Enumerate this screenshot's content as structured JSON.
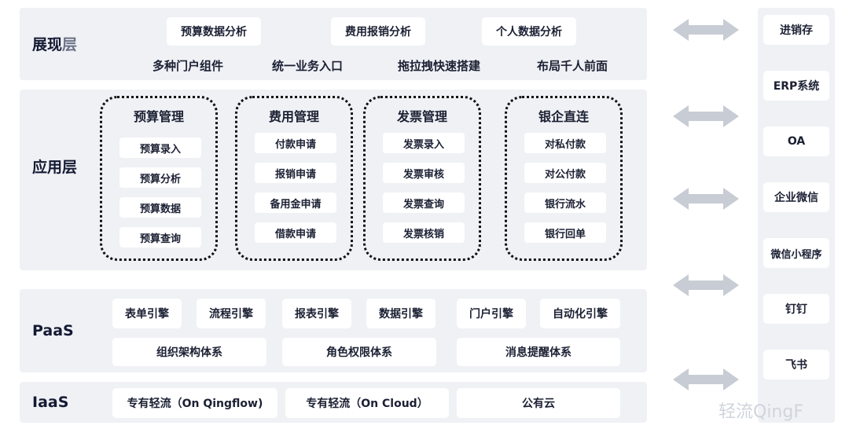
{
  "presentation": {
    "title_main": "展现",
    "title_suffix": "层",
    "pills": [
      "预算数据分析",
      "费用报销分析",
      "个人数据分析"
    ],
    "features": [
      "多种门户组件",
      "统一业务入口",
      "拖拉拽快速搭建",
      "布局千人前面"
    ]
  },
  "application": {
    "title": "应用层",
    "groups": [
      {
        "title": "预算管理",
        "items": [
          "预算录入",
          "预算分析",
          "预算数据",
          "预算查询"
        ]
      },
      {
        "title": "费用管理",
        "items": [
          "付款申请",
          "报销申请",
          "备用金申请",
          "借款申请"
        ]
      },
      {
        "title": "发票管理",
        "items": [
          "发票录入",
          "发票审核",
          "发票查询",
          "发票核销"
        ]
      },
      {
        "title": "银企直连",
        "items": [
          "对私付款",
          "对公付款",
          "银行流水",
          "银行回单"
        ]
      }
    ]
  },
  "paas": {
    "title": "PaaS",
    "engines": [
      "表单引擎",
      "流程引擎",
      "报表引擎",
      "数据引擎",
      "门户引擎",
      "自动化引擎"
    ],
    "systems": [
      "组织架构体系",
      "角色权限体系",
      "消息提醒体系"
    ]
  },
  "iaas": {
    "title": "IaaS",
    "items": [
      "专有轻流（On Qingflow)",
      "专有轻流（On Cloud）",
      "公有云"
    ]
  },
  "integrations": [
    "进销存",
    "ERP系统",
    "OA",
    "企业微信",
    "微信小程序",
    "钉钉",
    "飞书"
  ],
  "watermark": "轻流QingF",
  "colors": {
    "panel": "#eff1f5",
    "pill": "#ffffff",
    "arrow": "#c8ccd4",
    "group_border": "#111111",
    "text": "#1b2033"
  }
}
